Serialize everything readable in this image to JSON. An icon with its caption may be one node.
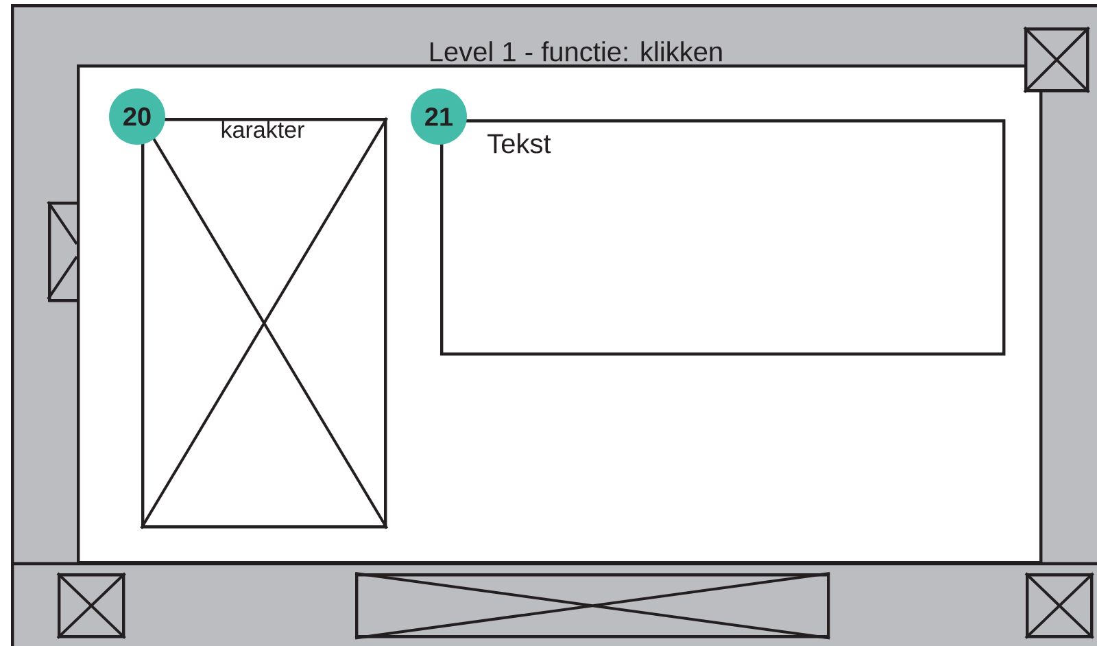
{
  "diagram": {
    "nodes": [
      {
        "text": [
          "Level 1 - functie: klikken"
        ]
      },
      {
        "text": [],
        "shape": "box",
        "in": 0
      },
      {
        "text": [
          "karakter"
        ],
        "in": 1
      },
      {
        "text": [
          "Tekst"
        ],
        "in": 1
      },
      {
        "text": [],
        "shape": "box",
        "in": 0
      },
      {
        "text": [],
        "shape": "box",
        "in": 0
      },
      {
        "text": [],
        "shape": "box",
        "in": 0
      },
      {
        "text": [],
        "shape": "box",
        "in": 0
      },
      {
        "text": [],
        "shape": "box",
        "in": 0
      }
    ],
    "labels": [
      "20",
      "21"
    ]
  }
}
